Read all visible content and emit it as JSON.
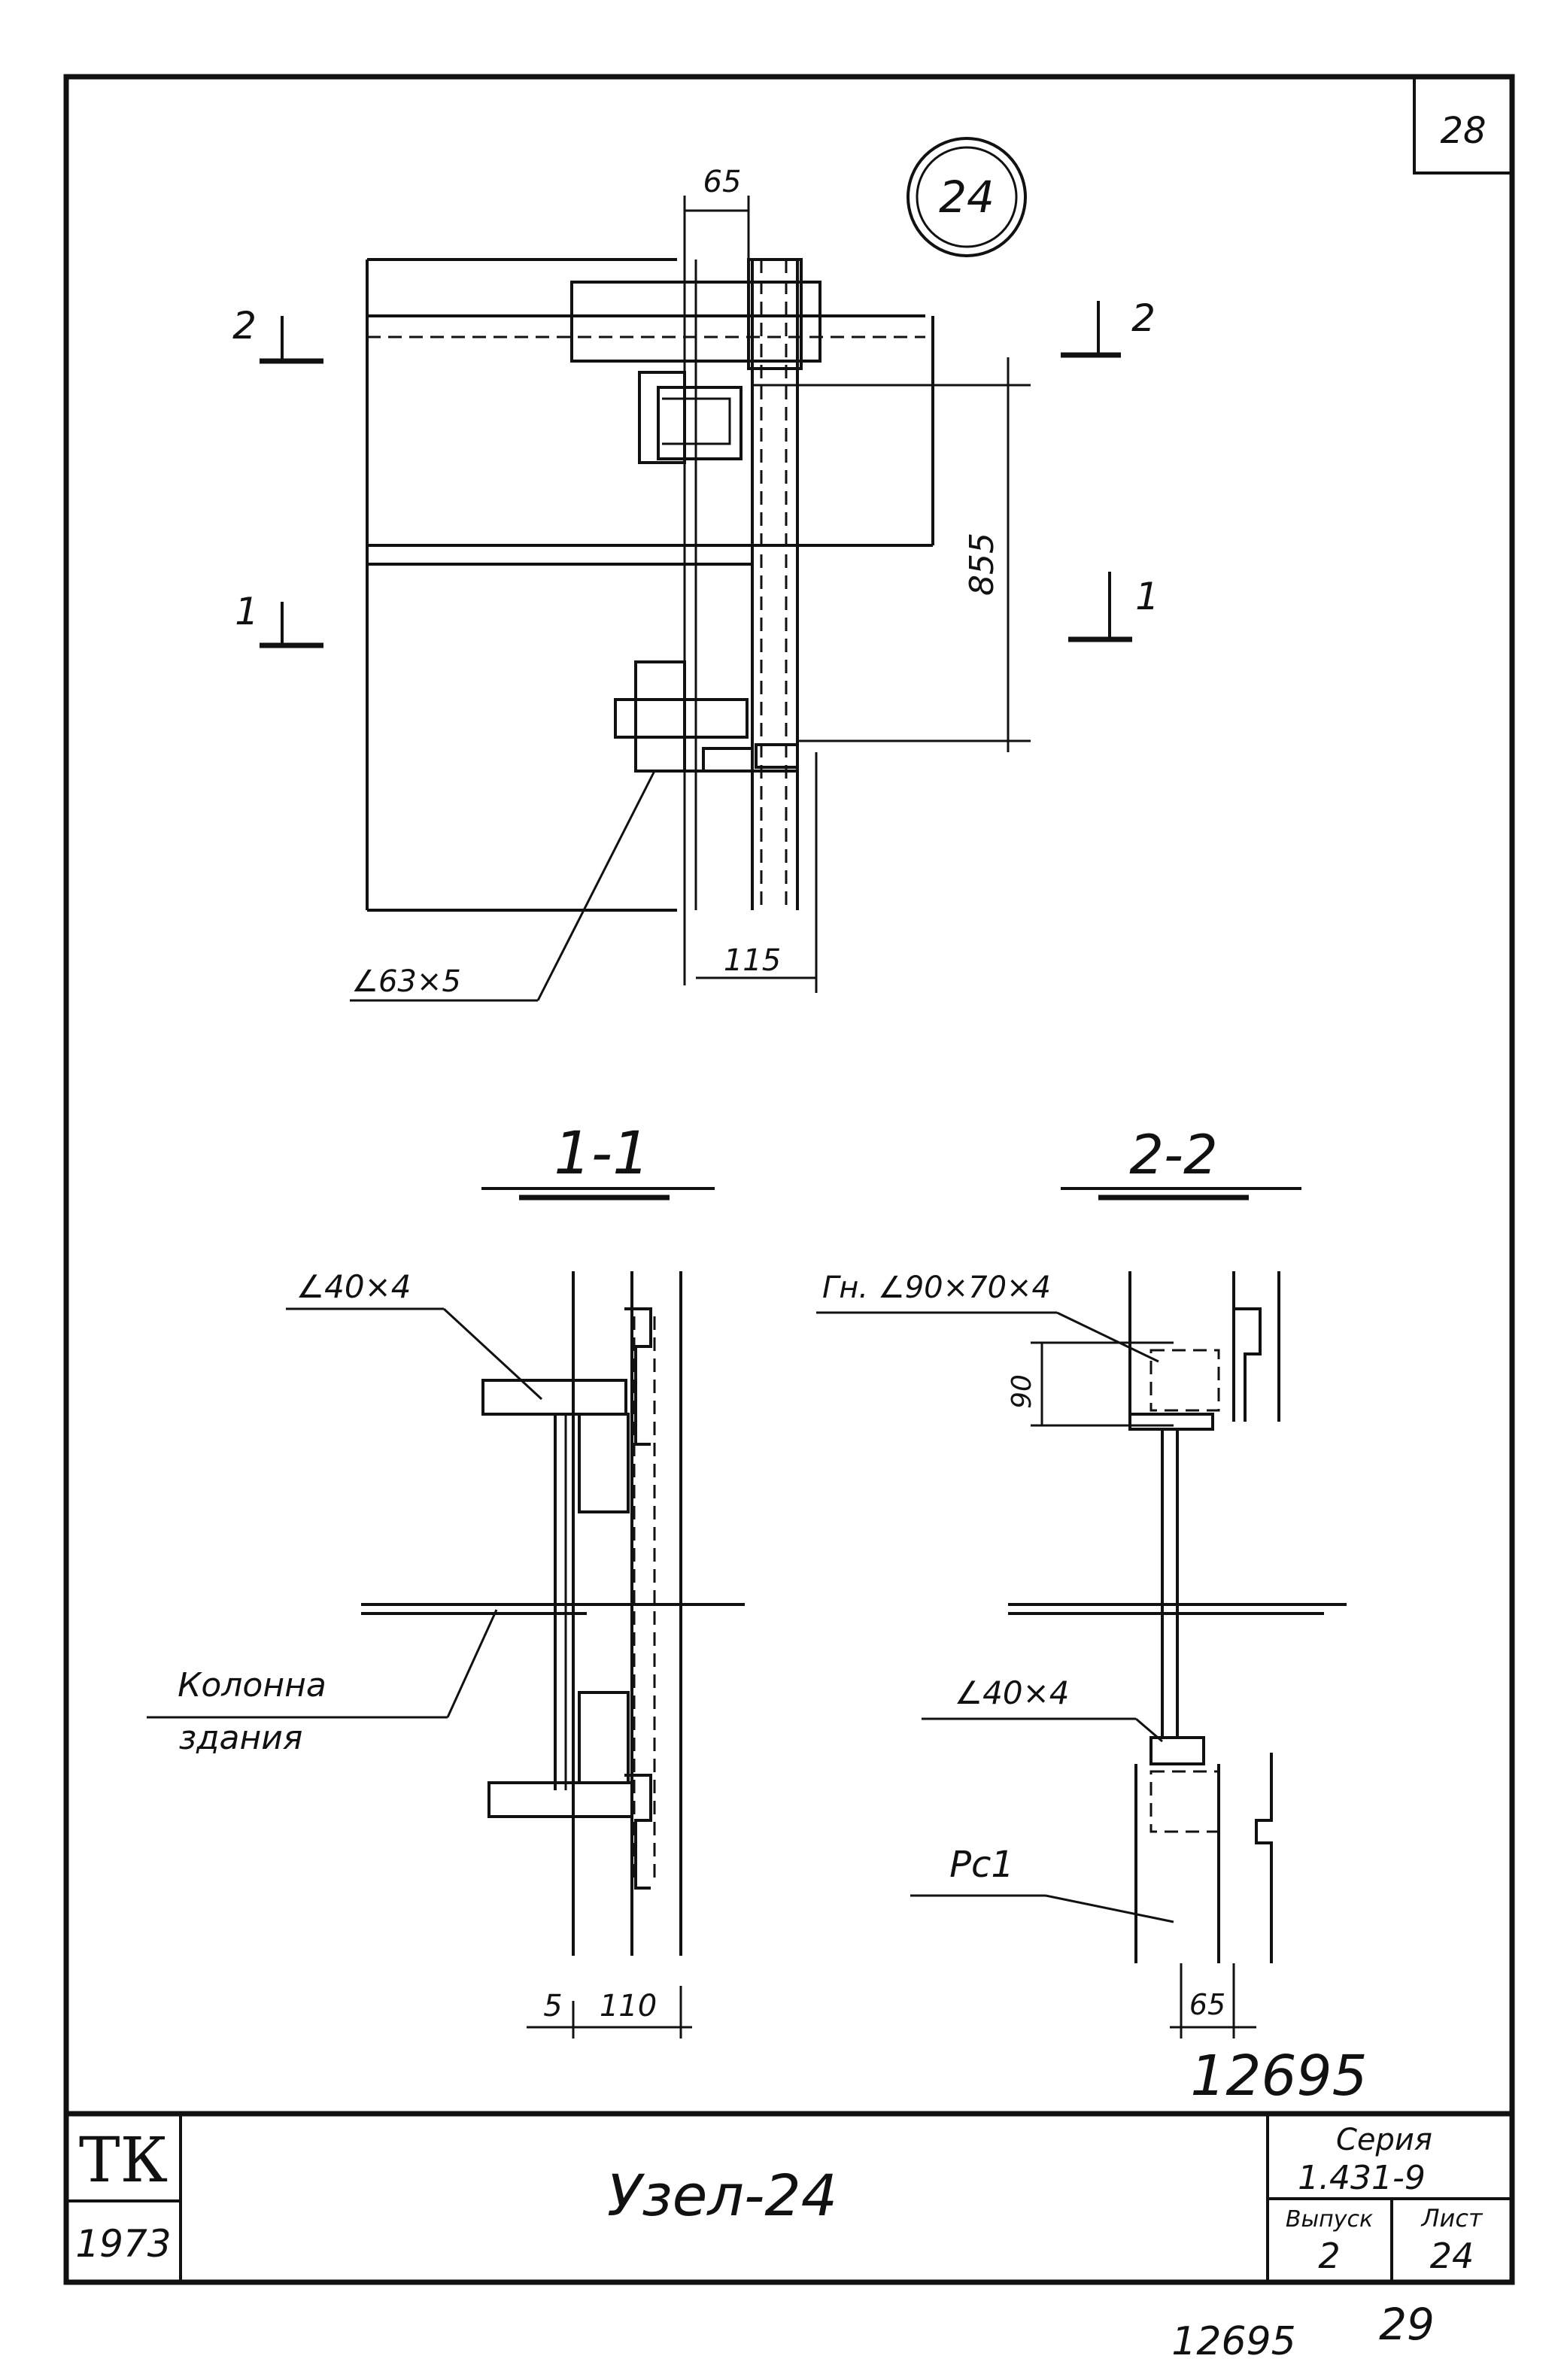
{
  "sheet": {
    "corner_number": "28",
    "node_circle": "24",
    "bottom_code": "12695",
    "stamp_code": "12695",
    "stamp_page": "29"
  },
  "plan": {
    "dim_top": "65",
    "dim_bottom": "115",
    "dim_vertical": "855",
    "section_left_2": "2",
    "section_right_2": "2",
    "section_left_1": "1",
    "section_right_1": "1",
    "angle_label": "∠63×5"
  },
  "section_1_1": {
    "title": "1-1",
    "angle_label": "∠40×4",
    "column_label_line1": "Колонна",
    "column_label_line2": "здания",
    "dim_a": "5",
    "dim_b": "110"
  },
  "section_2_2": {
    "title": "2-2",
    "bent_angle_label": "Гн. ∠90×70×4",
    "dim_vertical": "90",
    "angle_label": "∠40×4",
    "panel_label": "Pc1",
    "dim_bottom": "65"
  },
  "title_block": {
    "org": "ТК",
    "year": "1973",
    "title": "Узел-24",
    "series_label": "Серия",
    "series_value": "1.431-9",
    "issue_label": "Выпуск",
    "issue_value": "2",
    "sheet_label": "Лист",
    "sheet_value": "24"
  }
}
